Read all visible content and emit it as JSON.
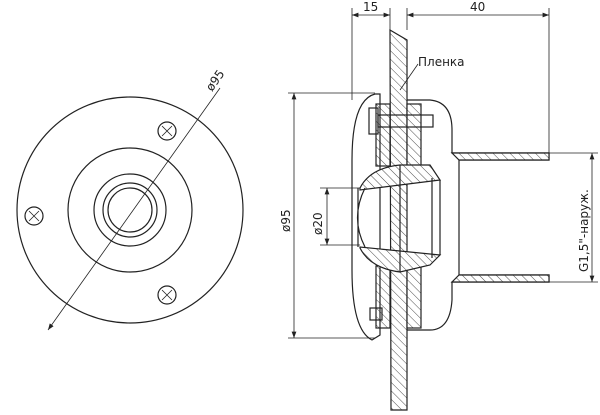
{
  "drawing": {
    "front_view": {
      "diameter_label": "ø95"
    },
    "side_view": {
      "dim_flange_depth": "15",
      "dim_pipe_length": "40",
      "film_label": "Пленка",
      "diameter_label": "ø95",
      "nozzle_diameter_label": "ø20",
      "thread_label": "G1,5\"-наруж."
    }
  }
}
